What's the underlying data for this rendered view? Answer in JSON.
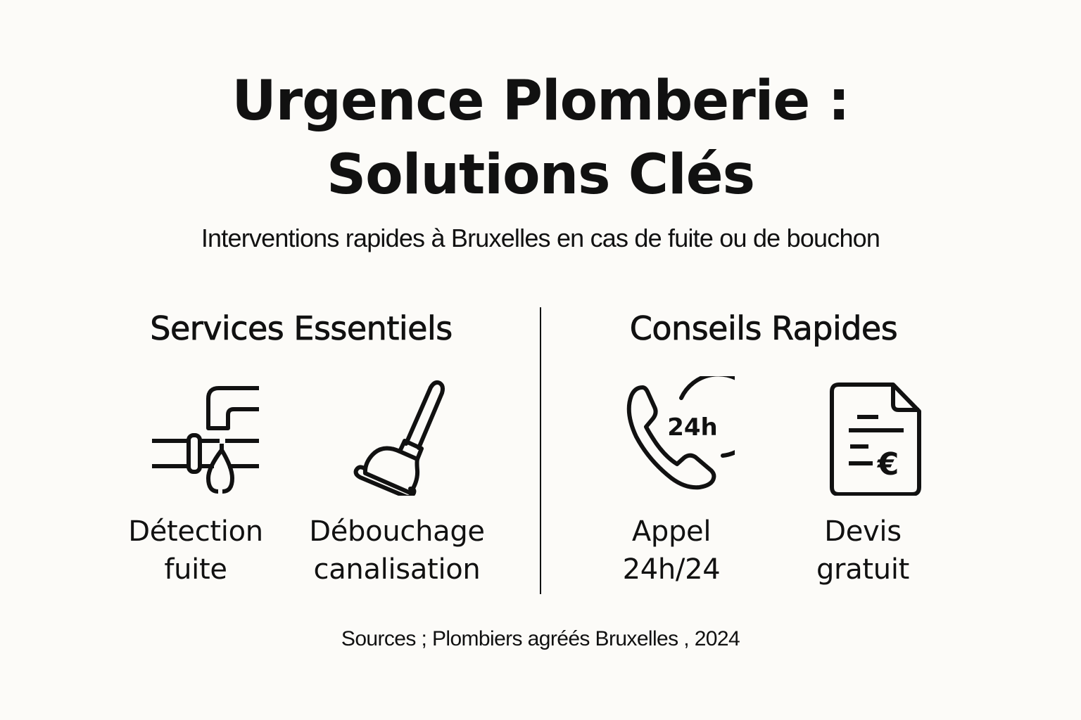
{
  "header": {
    "title_line1": "Urgence Plomberie :",
    "title_line2": "Solutions Clés",
    "subtitle": "Interventions rapides à Bruxelles en cas de fuite ou de bouchon"
  },
  "sections": [
    {
      "title": "Services Essentiels",
      "items": [
        {
          "icon": "pipe-leak-icon",
          "label": "Détection\nfuite"
        },
        {
          "icon": "plunger-icon",
          "label": "Débouchage\ncanalisation"
        }
      ]
    },
    {
      "title": "Conseils Rapides",
      "items": [
        {
          "icon": "phone-24h-icon",
          "icon_text": "24h",
          "label": "Appel\n24h/24"
        },
        {
          "icon": "invoice-euro-icon",
          "icon_text": "€",
          "label": "Devis\ngratuit"
        }
      ]
    }
  ],
  "footer": {
    "source": "Sources ; Plombiers agréés Bruxelles , 2024"
  },
  "colors": {
    "background": "#fcfbf8",
    "foreground": "#111111"
  }
}
